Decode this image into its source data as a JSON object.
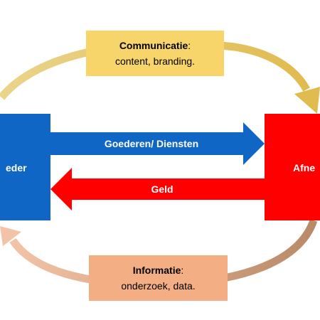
{
  "colors": {
    "blue": "#1066c4",
    "red": "#ff0000",
    "yellow": "#f7d56a",
    "yellow_arc": "#e5c25e",
    "salmon": "#f3ae84",
    "salmon_arc": "#e2a57c"
  },
  "nodes": {
    "left_label": "eder",
    "right_label": "Afne"
  },
  "arrows": {
    "goods_label": "Goederen/ Diensten",
    "money_label": "Geld"
  },
  "callouts": {
    "top": {
      "title": "Communicatie",
      "colon": ":",
      "subtitle": "content, branding."
    },
    "bottom": {
      "title": "Informatie",
      "colon": ":",
      "subtitle": "onderzoek, data."
    }
  }
}
